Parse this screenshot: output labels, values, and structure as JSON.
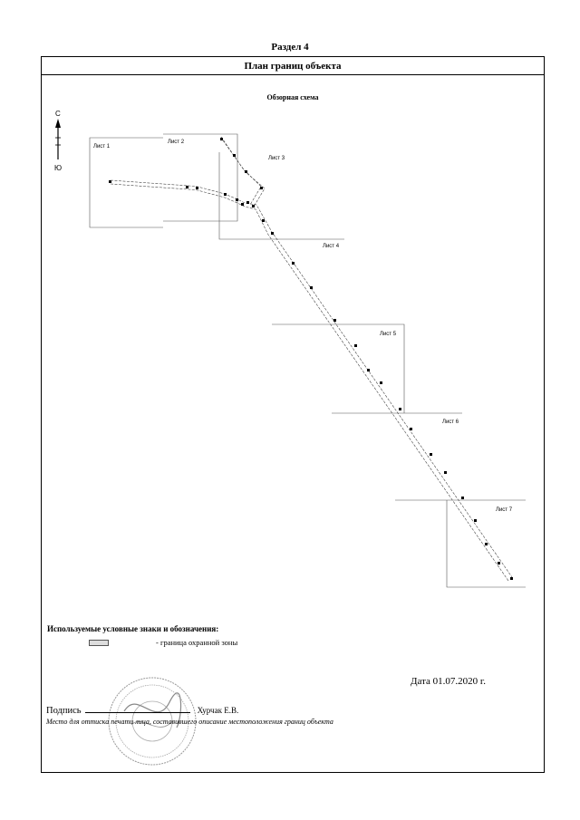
{
  "section": {
    "title": "Раздел 4"
  },
  "header": {
    "title": "План границ объекта"
  },
  "scheme": {
    "title": "Обзорная схема"
  },
  "compass": {
    "north": "С",
    "south": "Ю"
  },
  "sheets": [
    "Лист 1",
    "Лист 2",
    "Лист 3",
    "Лист 4",
    "Лист 5",
    "Лист 6",
    "Лист 7"
  ],
  "legend": {
    "title": "Используемые условные знаки и обозначения:",
    "items": [
      {
        "label": "- граница  охранной зоны"
      }
    ]
  },
  "date": "Дата 01.07.2020 г.",
  "signature": {
    "label": "Подпись",
    "name": "Хурчак Е.В.",
    "note": "Место для оттиска печати лица, составившего описание местоположения границ объекта"
  },
  "colors": {
    "line": "#000000",
    "zone": "#444444",
    "stamp": "#9a9a9a"
  }
}
